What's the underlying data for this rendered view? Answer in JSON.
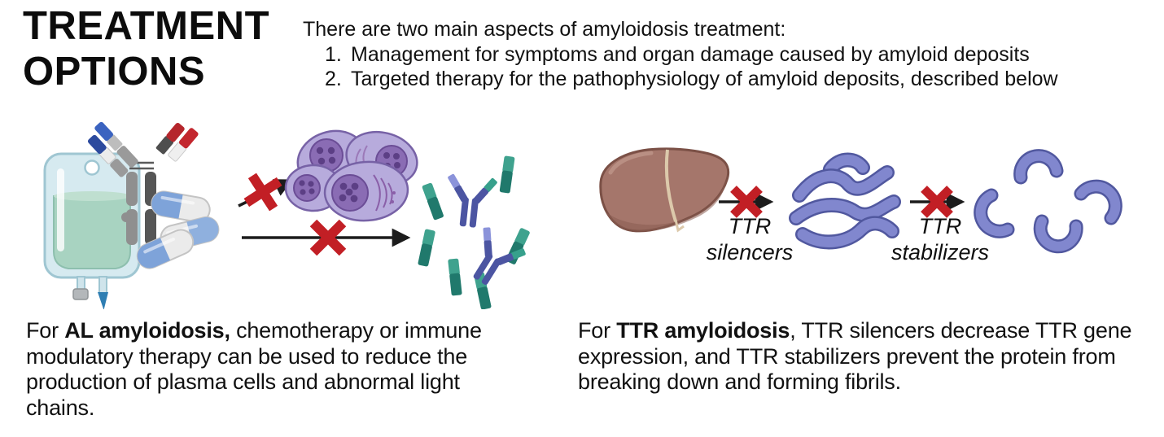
{
  "title": "TREATMENT OPTIONS",
  "intro": {
    "heading": "There are two main aspects of amyloidosis treatment:",
    "items": [
      {
        "num": "1.",
        "text": "Management for symptoms and organ damage caused by amyloid deposits"
      },
      {
        "num": "2.",
        "text": "Targeted therapy for the pathophysiology of amyloid deposits, described below"
      }
    ]
  },
  "al_panel": {
    "caption": {
      "prefix": "For ",
      "bold": "AL amyloidosis,",
      "rest": " chemotherapy or immune modulatory therapy can be used to reduce the production of plasma cells and abnormal light chains."
    },
    "icons": [
      "iv-bag",
      "monoclonal-antibody",
      "capsule-pills",
      "blocked-arrow",
      "plasma-cells",
      "free-light-chains",
      "red-x"
    ]
  },
  "ttr_panel": {
    "caption": {
      "prefix": "For ",
      "bold": "TTR amyloidosis",
      "rest": ", TTR silencers decrease TTR gene expression, and TTR stabilizers prevent the protein from breaking down and forming fibrils."
    },
    "labels": {
      "silencers_line1": "TTR",
      "silencers_line2": "silencers",
      "stabilizers_line1": "TTR",
      "stabilizers_line2": "stabilizers"
    },
    "icons": [
      "liver",
      "blocked-arrow",
      "ttr-tetramer",
      "blocked-arrow",
      "ttr-monomers",
      "red-x"
    ]
  },
  "colors": {
    "background": "#ffffff",
    "text": "#111111",
    "red_x": "#c21f25",
    "arrow": "#1c1c1c",
    "plasma_cell_body": "#b7abdc",
    "plasma_cell_nucleus": "#8a6cb4",
    "ttr_protein": "#8187ce",
    "liver": "#a5766b",
    "pill_blue": "#7ea3d9",
    "iv_fluid": "#a8d3c1",
    "light_chain_teal": "#20796c",
    "light_chain_indigo": "#4c55a2"
  }
}
